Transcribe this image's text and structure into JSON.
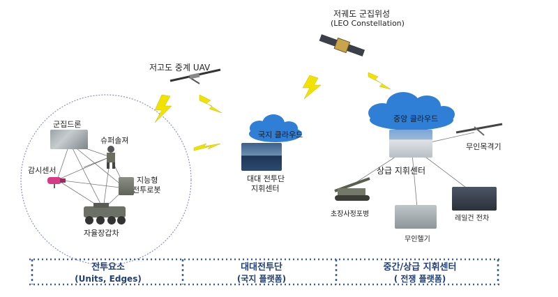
{
  "labels": {
    "leo_title": "저궤도 군집위성",
    "leo_subtitle": "(LEO Constellation)",
    "relay_uav": "저고도 중계 UAV",
    "swarm_drone": "군집드론",
    "super_soldier": "슈퍼솔져",
    "surveillance_sensor": "감시센서",
    "intelligent_robot_line1": "지능형",
    "intelligent_robot_line2": "전투로봇",
    "autonomous_vehicle": "자율장갑차",
    "local_cloud": "국지 클라우드",
    "battalion_center_line1": "대대 전투단",
    "battalion_center_line2": "지휘센터",
    "central_cloud": "중앙 클라우드",
    "upper_center": "상급 지휘센터",
    "unmanned_attack": "무인목격기",
    "artillery": "초장사정포병",
    "unmanned_heli": "무인헬기",
    "railgun_tank": "레일건 전차"
  },
  "sections": [
    {
      "title": "전투요소",
      "subtitle": "(Units, Edges)"
    },
    {
      "title": "대대전투단",
      "subtitle": "(국지 플랫폼)"
    },
    {
      "title": "중간/상급 지휘센터",
      "subtitle": "( 전쟁 플랫폼)"
    }
  ],
  "colors": {
    "cloud": "#2f7fd6",
    "lightning": "#f2e200",
    "section_text": "#1f3f7a",
    "dotted": "#3b5f9a",
    "circle_border": "#8a8fd8"
  }
}
